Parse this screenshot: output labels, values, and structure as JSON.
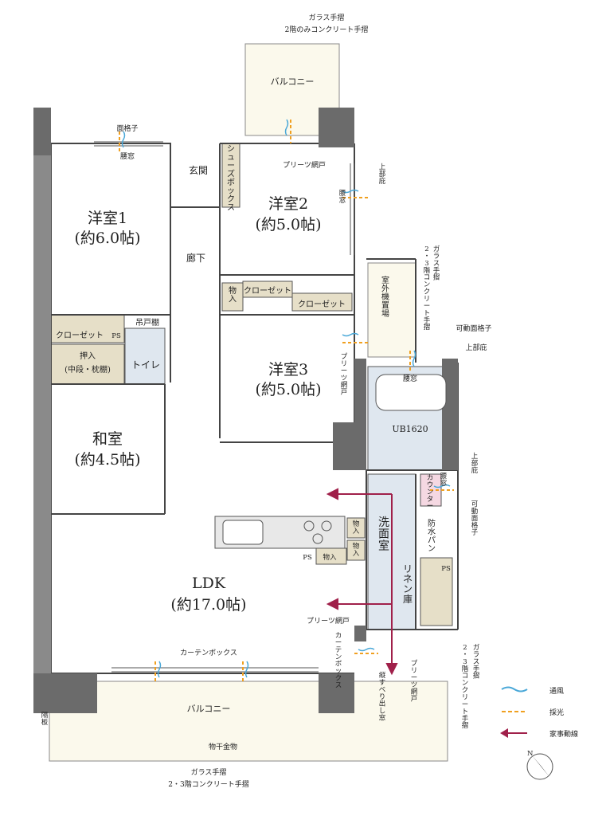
{
  "rooms": {
    "western1": {
      "name": "洋室1",
      "size": "(約6.0帖)"
    },
    "western2": {
      "name": "洋室2",
      "size": "(約5.0帖)"
    },
    "western3": {
      "name": "洋室3",
      "size": "(約5.0帖)"
    },
    "japanese": {
      "name": "和室",
      "size": "(約4.5帖)"
    },
    "ldk": {
      "name": "LDK",
      "size": "(約17.0帖)"
    },
    "washroom": "洗面室",
    "unit_bath": "UB1620",
    "toilet": "トイレ",
    "entrance": "玄関",
    "hallway": "廊下",
    "balcony_top": "バルコニー",
    "balcony_bottom": "バルコニー",
    "outdoor_unit": "室外機置場",
    "linen": "リネン庫",
    "shoes_box": "シューズボックス",
    "closet_w2": "クローゼット",
    "closet_w3": "クローゼット",
    "closet_w1": "クローゼット",
    "storage_w3": "物入",
    "oshiire_1": "押入",
    "oshiire_2": "(中段・枕棚)",
    "hanging_shelf": "吊戸棚",
    "storage_k1": "物入",
    "storage_k2": "物入",
    "storage_k3": "物入",
    "ps1": "PS",
    "ps2": "PS",
    "ps3": "PS",
    "counter": "カウンター",
    "waterproof_pan": "防水パン"
  },
  "notes": {
    "glass_top_1": "ガラス手摺",
    "glass_top_2": "2階のみコンクリート手摺",
    "face_lattice": "面格子",
    "waist_window_1": "腰窓",
    "pleats_screen_1": "プリーツ網戸",
    "upper_eave_1": "上部庇",
    "waist_window_2": "腰窓",
    "glass_right_1": "ガラス手摺",
    "glass_right_2": "2・3階コンクリート手摺",
    "movable_lattice_1": "可動面格子",
    "upper_eave_2": "上部庇",
    "pleats_screen_2": "プリーツ網戸",
    "waist_window_3": "腰窓",
    "upper_eave_3": "上部庇",
    "waist_window_4": "腰窓",
    "movable_lattice_2": "可動面格子",
    "pleats_screen_3": "プリーツ網戸",
    "curtain_box_1": "カーテンボックス",
    "curtain_box_2": "カーテンボックス",
    "slide_window": "縦すべり出し窓",
    "pleats_screen_4": "プリーツ網戸",
    "glass_right_3": "ガラス手摺",
    "glass_right_4": "2・3階コンクリート手摺",
    "partition": "隔板",
    "laundry_pole": "物干金物",
    "glass_bottom_1": "ガラス手摺",
    "glass_bottom_2": "2・3階コンクリート手摺"
  },
  "legend": [
    {
      "label": "通風",
      "color": "#4aa8d8"
    },
    {
      "label": "採光",
      "color": "#f0a020"
    },
    {
      "label": "家事動線",
      "color": "#a0204a"
    }
  ],
  "compass": "N"
}
